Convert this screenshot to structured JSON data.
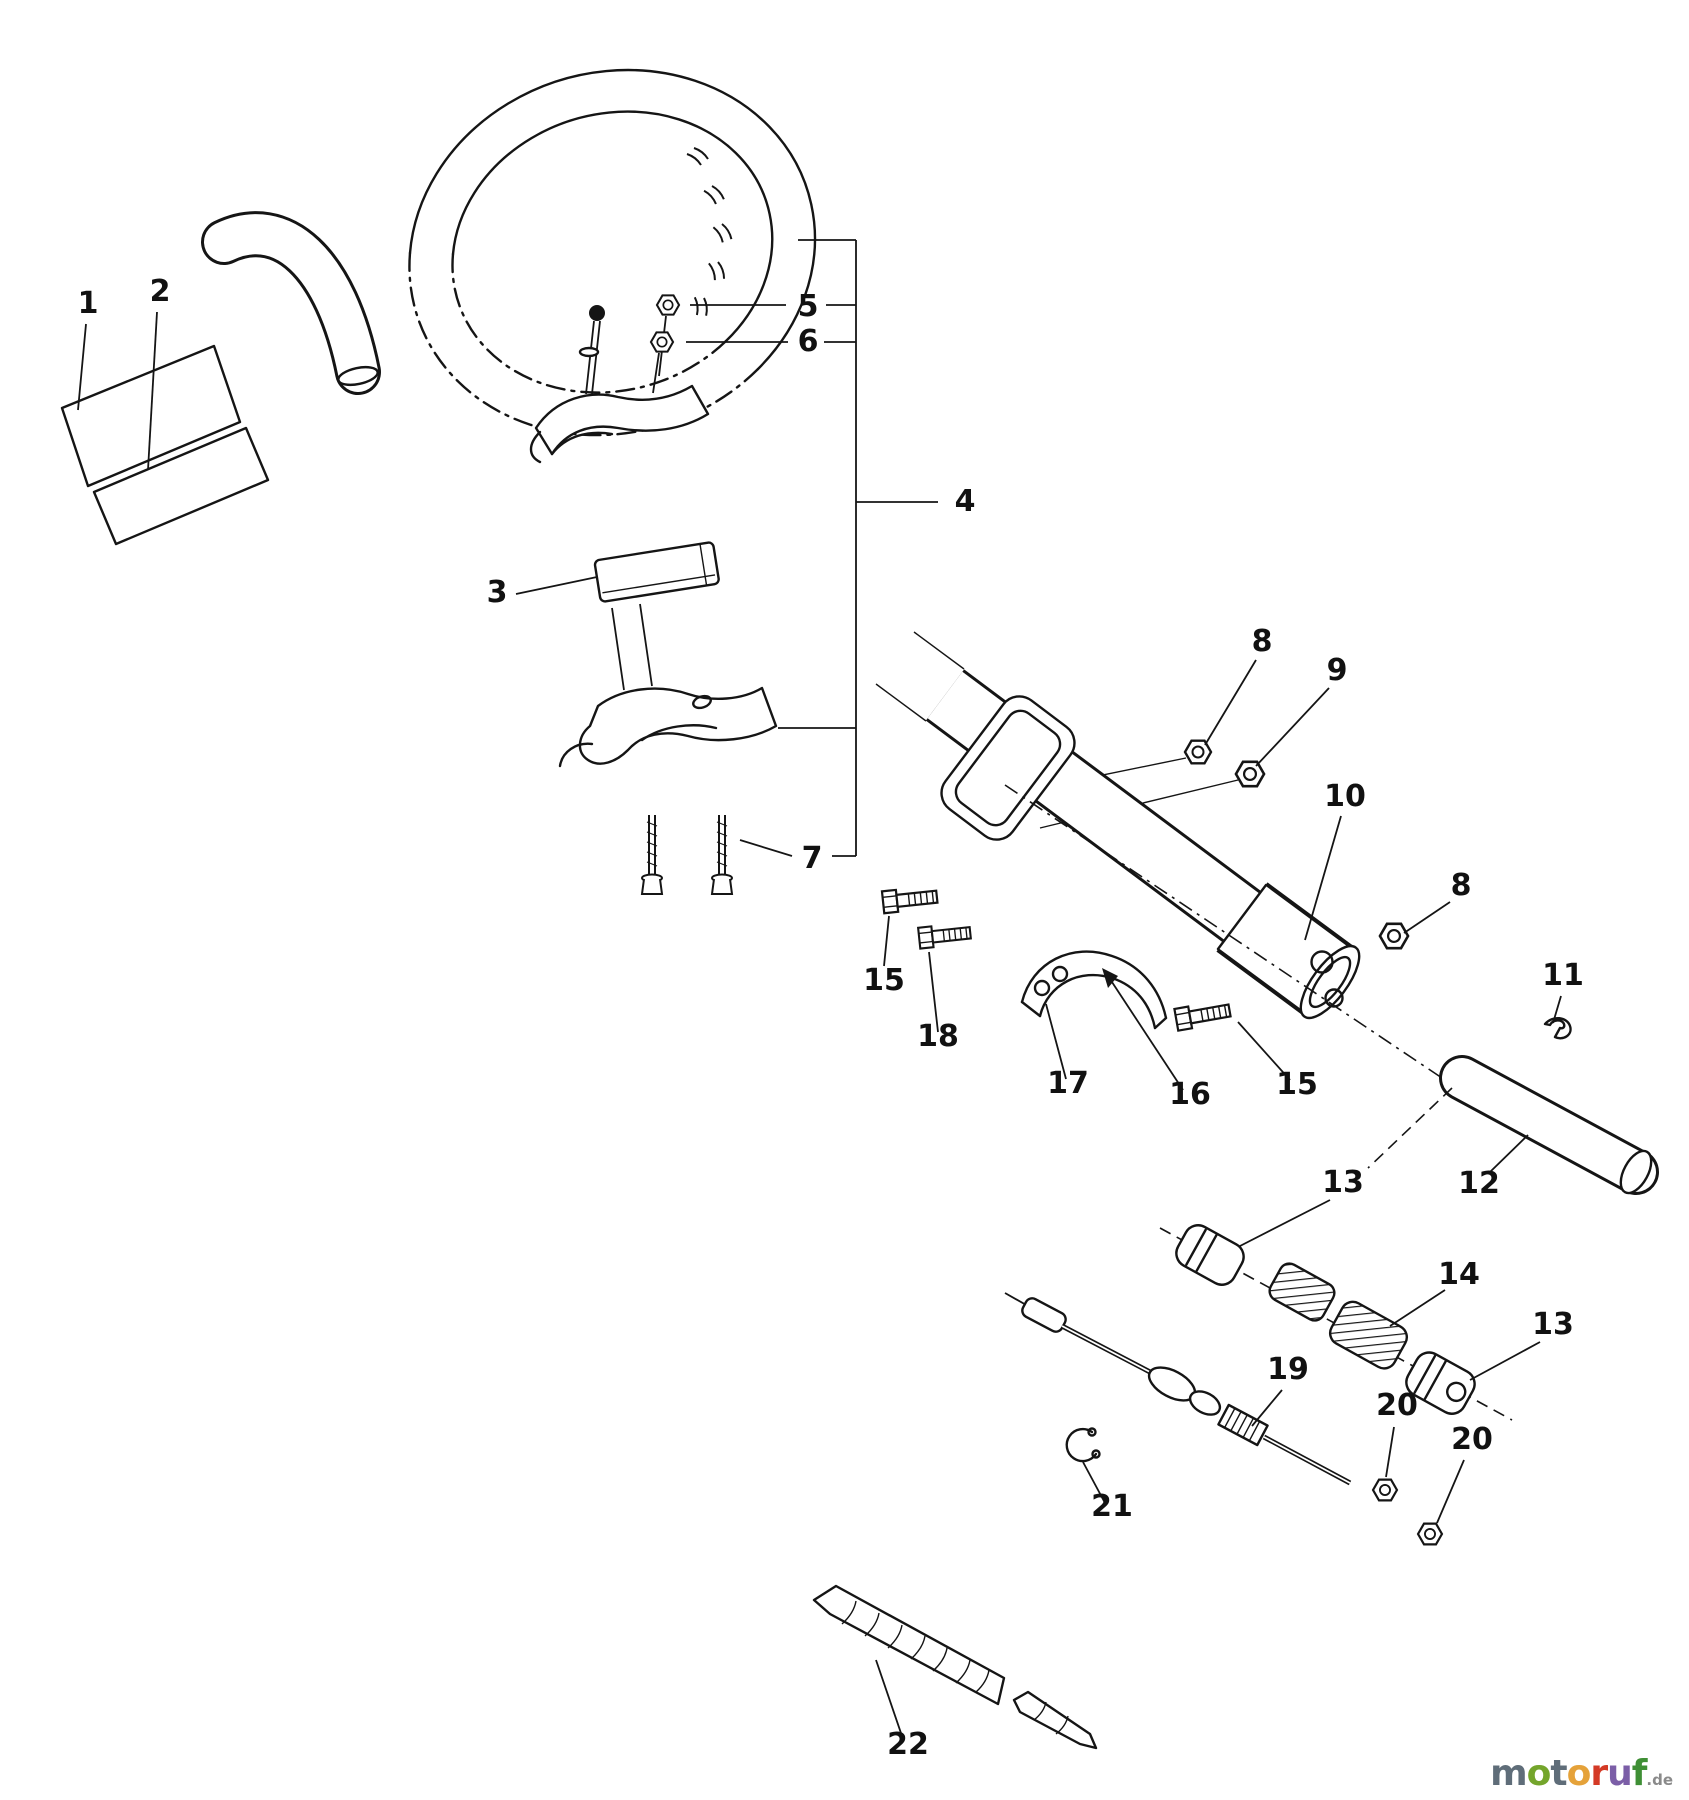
{
  "colors": {
    "line": "#151515",
    "background": "#ffffff"
  },
  "callouts": {
    "c1": "1",
    "c2": "2",
    "c3": "3",
    "c4": "4",
    "c5": "5",
    "c6": "6",
    "c7": "7",
    "c8": "8",
    "c9": "9",
    "c10": "10",
    "c11": "11",
    "c12": "12",
    "c13": "13",
    "c14": "14",
    "c15": "15",
    "c16": "16",
    "c17": "17",
    "c18": "18",
    "c19": "19",
    "c20": "20",
    "c21": "21",
    "c22": "22"
  },
  "logo": {
    "letters": [
      {
        "ch": "m",
        "color": "#5f6d79"
      },
      {
        "ch": "o",
        "color": "#74a52c"
      },
      {
        "ch": "t",
        "color": "#5f6d79"
      },
      {
        "ch": "o",
        "color": "#e5a23a"
      },
      {
        "ch": "r",
        "color": "#d43a26"
      },
      {
        "ch": "u",
        "color": "#7b5ea7"
      },
      {
        "ch": "f",
        "color": "#3f8f35"
      }
    ],
    "suffix": ".de"
  }
}
